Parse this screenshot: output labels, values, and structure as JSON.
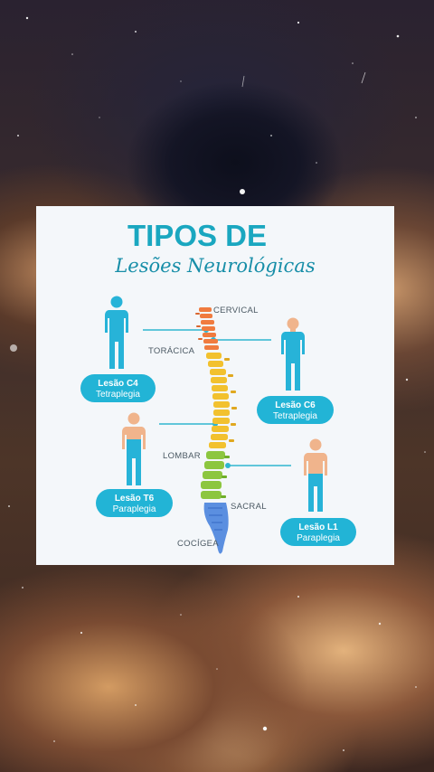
{
  "title": {
    "line1": "TIPOS DE",
    "line2": "Lesões Neurológicas"
  },
  "spine_labels": {
    "cervical": "CERVICAL",
    "thoracic": "TORÁCICA",
    "lumbar": "LOMBAR",
    "sacral": "SACRAL",
    "coccyx": "COCÍGEA"
  },
  "injuries": {
    "c4": {
      "name": "Lesão C4",
      "type": "Tetraplegia"
    },
    "c6": {
      "name": "Lesão C6",
      "type": "Tetraplegia"
    },
    "t6": {
      "name": "Lesão T6",
      "type": "Paraplegia"
    },
    "l1": {
      "name": "Lesão L1",
      "type": "Paraplegia"
    }
  },
  "colors": {
    "title": "#1aa7c0",
    "badge": "#22b4d6",
    "figure": "#27b3d8",
    "skin": "#f0b48c",
    "cervical": "#f07b3f",
    "thoracic": "#f2c12e",
    "lumbar": "#8cc63f",
    "sacral": "#5b8fe0",
    "line": "#2fb6cf"
  }
}
